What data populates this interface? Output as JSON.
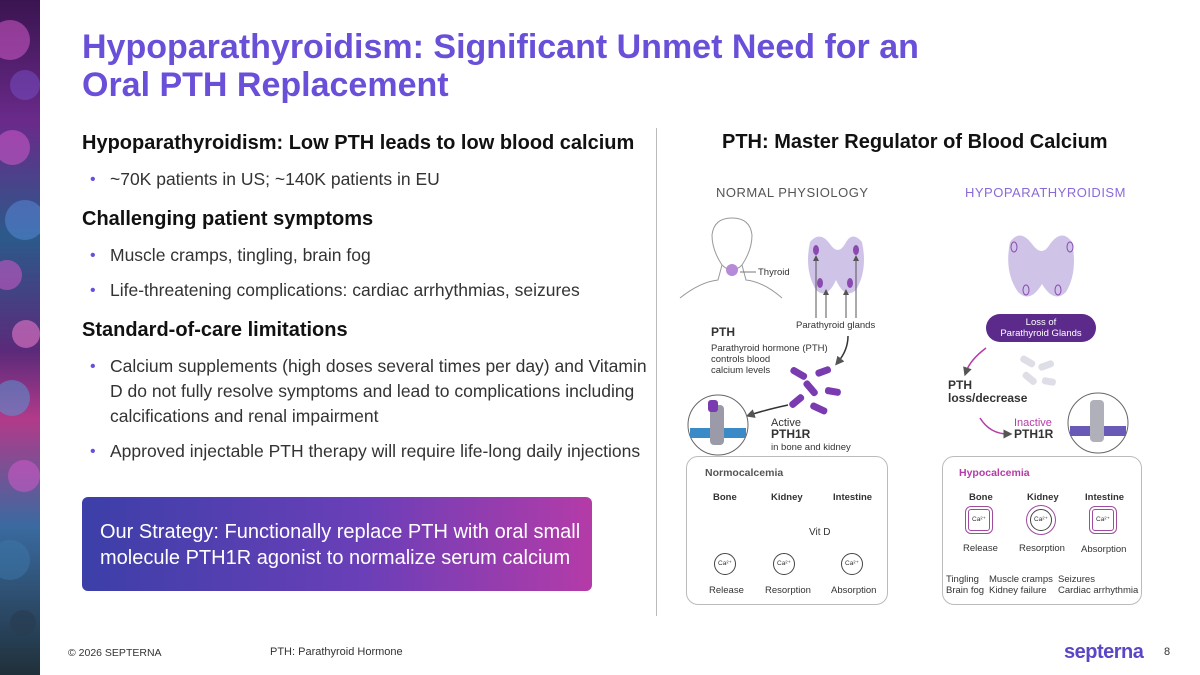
{
  "title_lines": [
    "Hypoparathyroidism: Significant Unmet Need for an",
    "Oral PTH Replacement"
  ],
  "sections": [
    {
      "heading": "Hypoparathyroidism: Low PTH leads to low blood calcium",
      "bullets": [
        "~70K patients in US; ~140K patients in EU"
      ]
    },
    {
      "heading": "Challenging patient symptoms",
      "bullets": [
        "Muscle cramps, tingling, brain fog",
        "Life-threatening complications: cardiac arrhythmias, seizures"
      ]
    },
    {
      "heading": "Standard-of-care limitations",
      "bullets": [
        "Calcium supplements (high doses several times per day) and Vitamin D do not fully resolve symptoms and lead to complications including calcifications and renal impairment",
        "Approved injectable PTH therapy will require life-long daily injections"
      ]
    }
  ],
  "strategy": "Our Strategy: Functionally replace PTH with oral small molecule PTH1R agonist to normalize serum calcium",
  "right_title": "PTH: Master Regulator of Blood Calcium",
  "normal": {
    "header": "NORMAL PHYSIOLOGY",
    "thyroid": "Thyroid",
    "glands": "Parathyroid glands",
    "pth": "PTH",
    "pth_desc": [
      "Parathyroid hormone (PTH)",
      "controls blood",
      "calcium levels"
    ],
    "active": "Active",
    "receptor": "PTH1R",
    "receptor_loc": "in bone and kidney",
    "box_title": "Normocalcemia",
    "organs": [
      "Bone",
      "Kidney",
      "Intestine"
    ],
    "vitd": "Vit D",
    "processes": [
      "Release",
      "Resorption",
      "Absorption"
    ],
    "ion": "Ca²⁺"
  },
  "hypo": {
    "header": "HYPOPARATHYROIDISM",
    "loss_pill": [
      "Loss of",
      "Parathyroid Glands"
    ],
    "pth_loss": [
      "PTH",
      "loss/decrease"
    ],
    "inactive": "Inactive",
    "receptor": "PTH1R",
    "box_title": "Hypocalcemia",
    "organs": [
      "Bone",
      "Kidney",
      "Intestine"
    ],
    "processes": [
      "Release",
      "Resorption",
      "Absorption"
    ],
    "symptoms": [
      [
        "Tingling",
        "Brain fog"
      ],
      [
        "Muscle cramps",
        "Kidney failure"
      ],
      [
        "Seizures",
        "Cardiac arrhythmia"
      ]
    ],
    "ion": "Ca²⁺"
  },
  "colors": {
    "accent": "#6a4fd8",
    "purple_dark": "#5b2a8a",
    "pink": "#b43ba8",
    "pth_purple": "#6a2c9a"
  },
  "footer": {
    "copyright": "© 2026 SEPTERNA",
    "note": "PTH: Parathyroid Hormone",
    "logo": "septerna",
    "page": "8"
  }
}
